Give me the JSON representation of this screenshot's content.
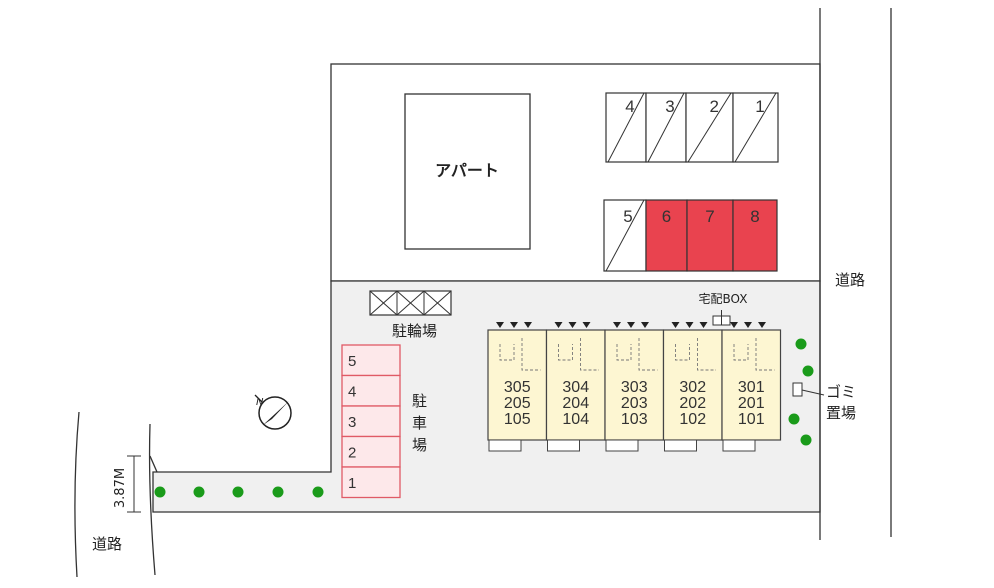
{
  "labels": {
    "apartment": "アパート",
    "road_right": "道路",
    "road_left": "道路",
    "bike_parking": "駐輪場",
    "car_parking": "駐車場",
    "delivery_box": "宅配BOX",
    "garbage": "ゴミ置場",
    "road_width": "3.87M"
  },
  "parking_top_row": [
    "4",
    "3",
    "2",
    "1"
  ],
  "parking_second_row": [
    {
      "label": "5",
      "filled": false
    },
    {
      "label": "6",
      "filled": true
    },
    {
      "label": "7",
      "filled": true
    },
    {
      "label": "8",
      "filled": true
    }
  ],
  "parking_left_column": [
    "5",
    "4",
    "3",
    "2",
    "1"
  ],
  "units": [
    [
      "305",
      "205",
      "105"
    ],
    [
      "304",
      "204",
      "104"
    ],
    [
      "303",
      "203",
      "103"
    ],
    [
      "302",
      "202",
      "102"
    ],
    [
      "301",
      "201",
      "101"
    ]
  ],
  "colors": {
    "occupied_parking": "#e9434f",
    "parking_outline": "#e05a66",
    "parking_fill_light": "#fde8ea",
    "unit_fill": "#fdf6d2",
    "tree": "#1a9b1a",
    "ground_gray": "#f0f0f0"
  },
  "icons": [
    "north-compass-icon",
    "tree-icon",
    "delivery-box-icon",
    "garbage-station-icon"
  ]
}
